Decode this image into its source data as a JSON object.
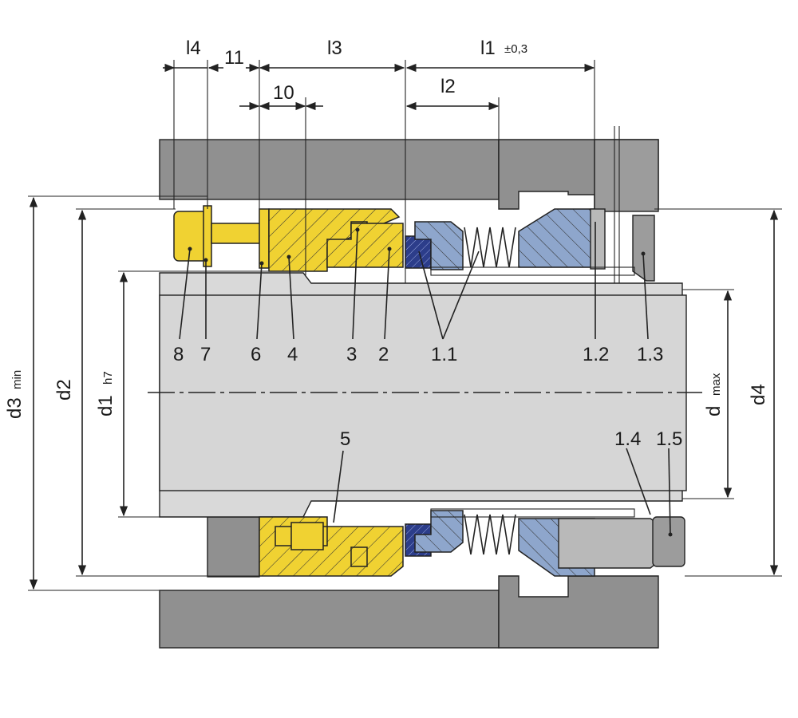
{
  "dimensions": {
    "l4": "l4",
    "eleven": "11",
    "l3": "l3",
    "l1": "l1",
    "l1_tol": "±0,3",
    "ten": "10",
    "l2": "l2",
    "d3": "d3",
    "d3_sub": "min",
    "d2": "d2",
    "d1": "d1",
    "d1_sub": "h7",
    "d": "d",
    "d_sub": "max",
    "d4": "d4"
  },
  "parts": {
    "p8": "8",
    "p7": "7",
    "p6": "6",
    "p4": "4",
    "p3": "3",
    "p2": "2",
    "p1_1": "1.1",
    "p1_2": "1.2",
    "p1_3": "1.3",
    "p5": "5",
    "p1_4": "1.4",
    "p1_5": "1.5"
  },
  "colors": {
    "housing": "#909090",
    "shaft": "#d6d6d6",
    "rotating_unit": "#f0d232",
    "stationary_unit": "#8ea6cc",
    "seal_face": "#3a4a8c"
  }
}
